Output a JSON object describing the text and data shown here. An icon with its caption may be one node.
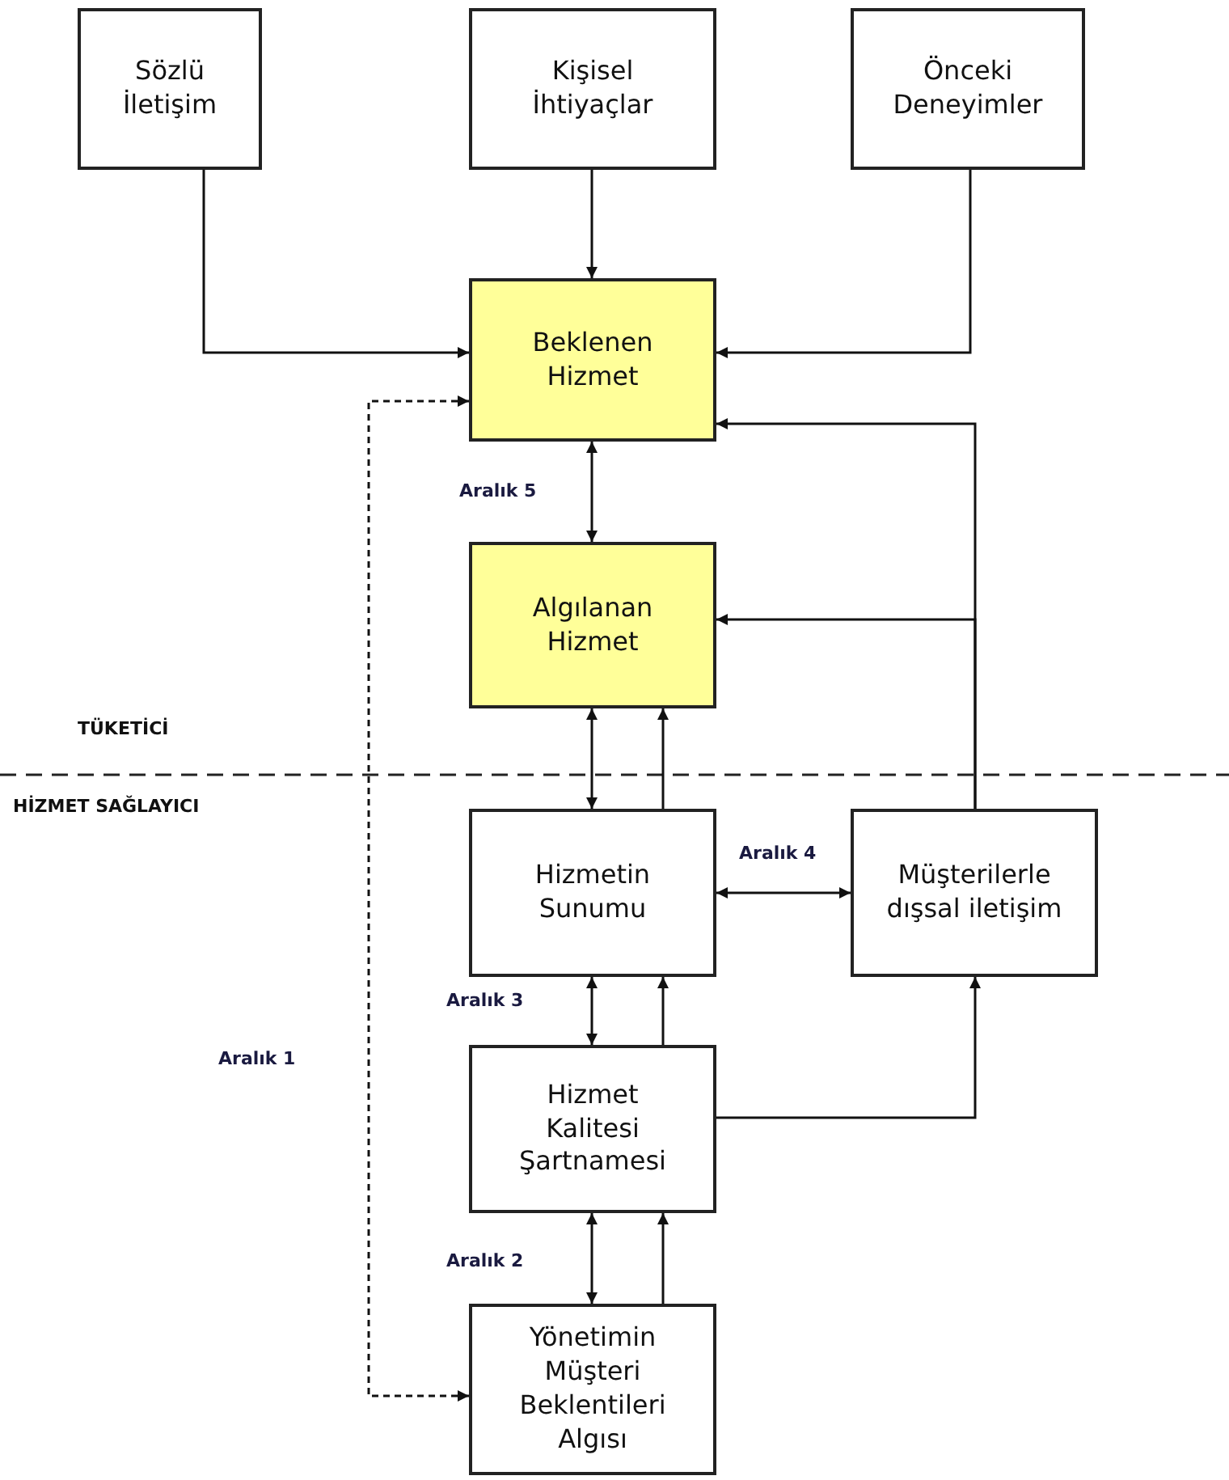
{
  "diagram": {
    "nodes": [
      {
        "text": [
          "Sözlü İletişim"
        ]
      },
      {
        "text": [
          "Kişisel İhtiyaçlar"
        ]
      },
      {
        "text": [
          "Önceki Deneyimler"
        ]
      },
      {
        "text": [
          "Beklenen Hizmet"
        ]
      },
      {
        "text": [
          "Algılanan Hizmet"
        ]
      },
      {
        "text": [
          "Hizmetin Sunumu"
        ]
      },
      {
        "text": [
          "Müşterilerle dışsal iletişim"
        ]
      },
      {
        "text": [
          "Hizmet Kalitesi Şartnamesi"
        ]
      },
      {
        "text": [
          "Yönetimin Müşteri Beklentileri Algısı"
        ]
      }
    ],
    "edges": [
      {
        "from": 0,
        "to": 3,
        "arrow": "to"
      },
      {
        "from": 1,
        "to": 3,
        "arrow": "to"
      },
      {
        "from": 2,
        "to": 3,
        "arrow": "to"
      },
      {
        "from": 3,
        "to": 4,
        "arrow": "both",
        "label": "Aralık 5"
      },
      {
        "from": 4,
        "to": 5,
        "arrow": "both"
      },
      {
        "from": 5,
        "to": 4,
        "arrow": "to"
      },
      {
        "from": 5,
        "to": 6,
        "arrow": "both",
        "label": "Aralık 4"
      },
      {
        "from": 6,
        "to": 3,
        "arrow": "to"
      },
      {
        "from": 6,
        "to": 4,
        "arrow": "to"
      },
      {
        "from": 5,
        "to": 7,
        "arrow": "both",
        "label": "Aralık 3"
      },
      {
        "from": 7,
        "to": 5,
        "arrow": "to"
      },
      {
        "from": 7,
        "to": 6,
        "arrow": "to"
      },
      {
        "from": 7,
        "to": 8,
        "arrow": "both",
        "label": "Aralık 2"
      },
      {
        "from": 8,
        "to": 7,
        "arrow": "to"
      },
      {
        "from": 8,
        "to": 3,
        "arrow": "both",
        "style": "dashed",
        "label": "Aralık 1"
      }
    ],
    "labels": [
      "TÜKETİCİ",
      "HİZMET SAĞLAYICI"
    ]
  }
}
